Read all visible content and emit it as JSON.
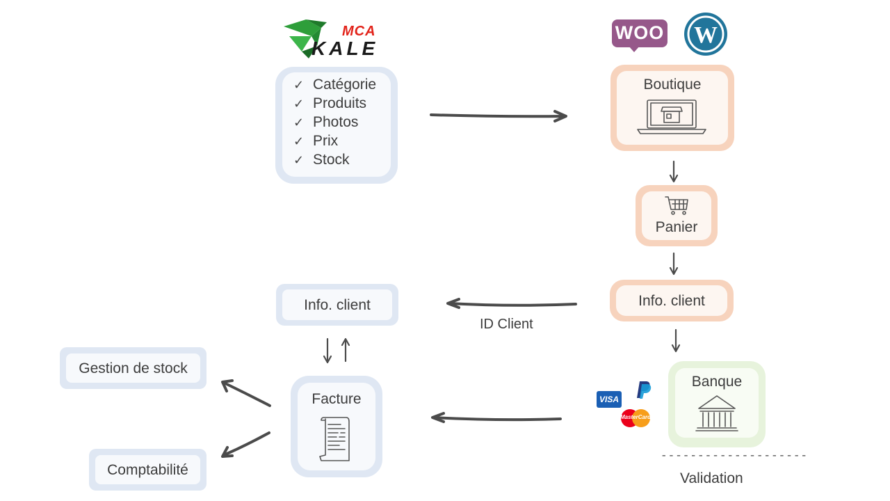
{
  "logos": {
    "kale_brand": "MCA",
    "kale_name": "KALE",
    "woo": "WOO"
  },
  "checklist": {
    "items": [
      "Catégorie",
      "Produits",
      "Photos",
      "Prix",
      "Stock"
    ]
  },
  "nodes": {
    "boutique": "Boutique",
    "panier": "Panier",
    "info_client_right": "Info. client",
    "info_client_left": "Info. client",
    "banque": "Banque",
    "facture": "Facture",
    "gestion_stock": "Gestion de stock",
    "comptabilite": "Comptabilité"
  },
  "edge_labels": {
    "id_client": "ID Client",
    "validation": "Validation"
  },
  "payment": {
    "visa": "VISA",
    "mastercard": "MasterCard"
  },
  "colors": {
    "blue_outer": "#dfe7f3",
    "orange_outer": "#f7d3bd",
    "green_outer": "#e7f3dc",
    "kale_green": "#2e9e3a",
    "mca_red": "#e2231a",
    "woo_purple": "#96588a",
    "wordpress_blue": "#21759b"
  }
}
